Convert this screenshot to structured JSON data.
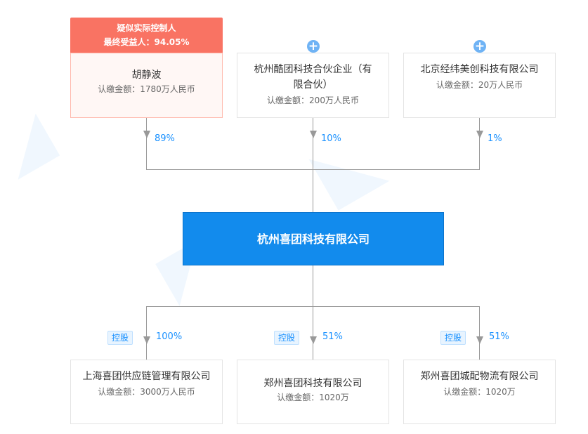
{
  "header": {
    "line1": "疑似实际控制人",
    "line2": "最终受益人：94.05%"
  },
  "shareholders": [
    {
      "name": "胡静波",
      "amount": "认缴金额：1780万人民币",
      "percent": "89%"
    },
    {
      "name": "杭州酷团科技合伙企业（有限合伙）",
      "amount": "认缴金额：200万人民币",
      "percent": "10%"
    },
    {
      "name": "北京经纬美创科技有限公司",
      "amount": "认缴金额：20万人民币",
      "percent": "1%"
    }
  ],
  "company": {
    "name": "杭州喜团科技有限公司"
  },
  "subsidiaries": [
    {
      "tag": "控股",
      "percent": "100%",
      "name": "上海喜团供应链管理有限公司",
      "amount": "认缴金额：3000万人民币"
    },
    {
      "tag": "控股",
      "percent": "51%",
      "name": "郑州喜团科技有限公司",
      "amount": "认缴金额：1020万"
    },
    {
      "tag": "控股",
      "percent": "51%",
      "name": "郑州喜团城配物流有限公司",
      "amount": "认缴金额：1020万"
    }
  ],
  "icons": {
    "expand": "plus-circle-icon"
  },
  "colors": {
    "accent": "#128bed",
    "highlight": "#f97363",
    "percent": "#1890ff"
  }
}
